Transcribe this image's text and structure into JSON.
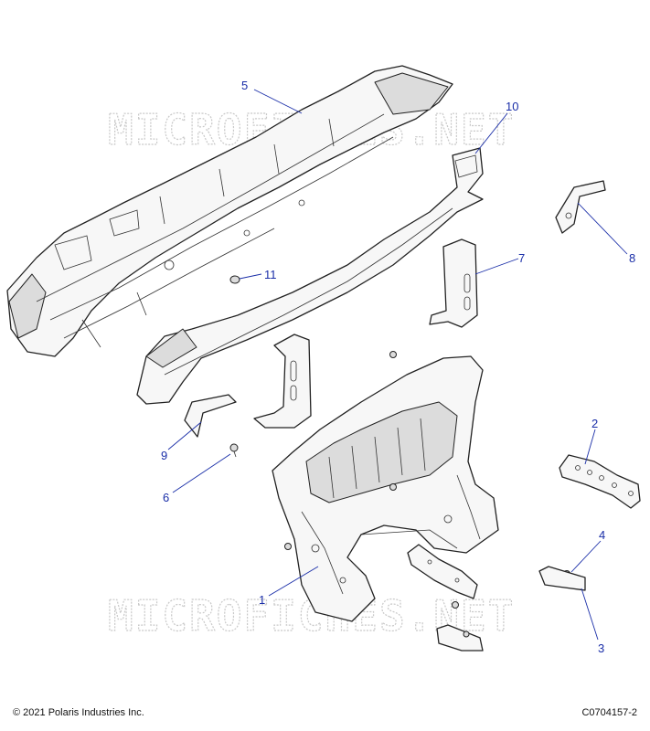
{
  "watermark": "MICROFICHES.NET",
  "callouts": [
    {
      "id": "1",
      "label": "1"
    },
    {
      "id": "2",
      "label": "2"
    },
    {
      "id": "3",
      "label": "3"
    },
    {
      "id": "4",
      "label": "4"
    },
    {
      "id": "5",
      "label": "5"
    },
    {
      "id": "6",
      "label": "6"
    },
    {
      "id": "7",
      "label": "7"
    },
    {
      "id": "8",
      "label": "8"
    },
    {
      "id": "9",
      "label": "9"
    },
    {
      "id": "10",
      "label": "10"
    },
    {
      "id": "11",
      "label": "11"
    }
  ],
  "footer": {
    "copyright": "© 2021 Polaris Industries Inc.",
    "figure_code": "C0704157-2"
  },
  "colors": {
    "callout": "#1a2ea8",
    "outline": "#222222",
    "watermark": "#c9c9c9"
  }
}
